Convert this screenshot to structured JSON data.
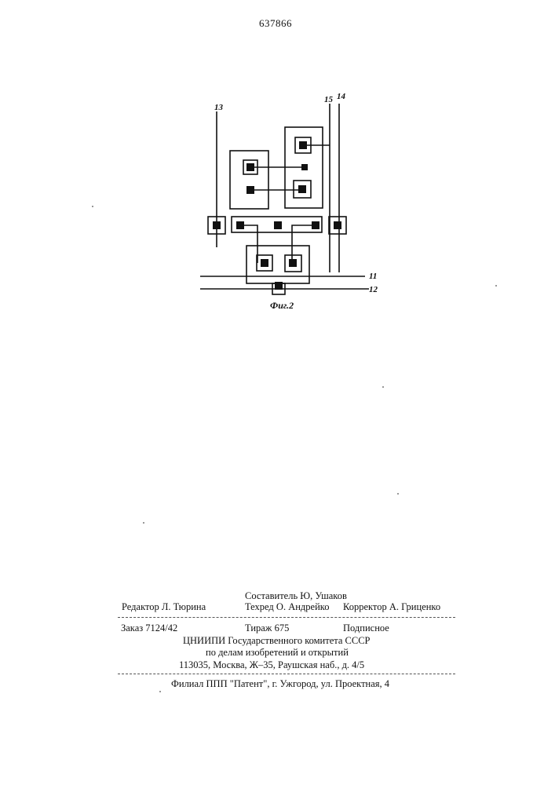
{
  "page_number": "637866",
  "figure": {
    "caption": "Фиг.2",
    "labels": {
      "l13": "13",
      "l15": "15",
      "l14": "14",
      "l11": "11",
      "l12": "12"
    }
  },
  "colophon": {
    "compiler": "Составитель Ю, Ушаков",
    "editor": "Редактор Л. Тюрина",
    "techred": "Техред О. Андрейко",
    "corrector": "Корректор А. Гриценко",
    "order": "Заказ 7124/42",
    "circulation": "Тираж 675",
    "subscription": "Подписное",
    "org_line1": "ЦНИИПИ Государственного комитета СССР",
    "org_line2": "по делам изобретений и открытий",
    "address": "113035, Москва, Ж–35, Раушская наб., д. 4/5",
    "branch": "Филиал ППП \"Патент\", г. Ужгород, ул. Проектная, 4"
  }
}
